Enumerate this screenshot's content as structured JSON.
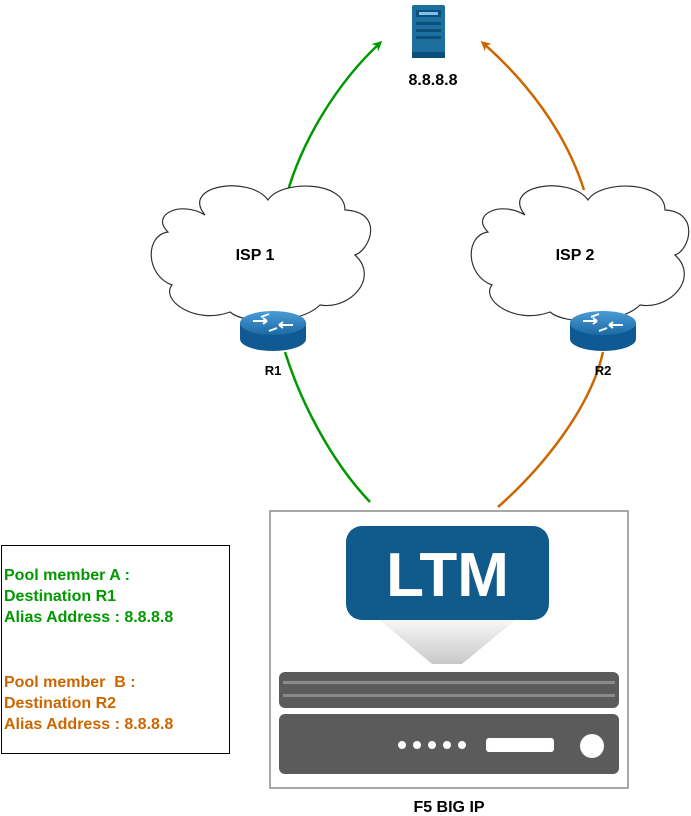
{
  "server": {
    "label": "8.8.8.8"
  },
  "isp1": {
    "label": "ISP 1",
    "router_label": "R1"
  },
  "isp2": {
    "label": "ISP 2",
    "router_label": "R2"
  },
  "device": {
    "badge": "LTM",
    "caption": "F5 BIG IP"
  },
  "pool_a": {
    "line1": "Pool member A :",
    "line2": "Destination R1",
    "line3": "Alias Address : 8.8.8.8"
  },
  "pool_b": {
    "line1": "Pool member  B :",
    "line2": "Destination R2",
    "line3": "Alias Address : 8.8.8.8"
  },
  "colors": {
    "path_a": "#009900",
    "path_b": "#cc6600",
    "device_blue": "#105a8c",
    "router_blue": "#1b6aa6",
    "server_blue": "#1d6f9f"
  }
}
